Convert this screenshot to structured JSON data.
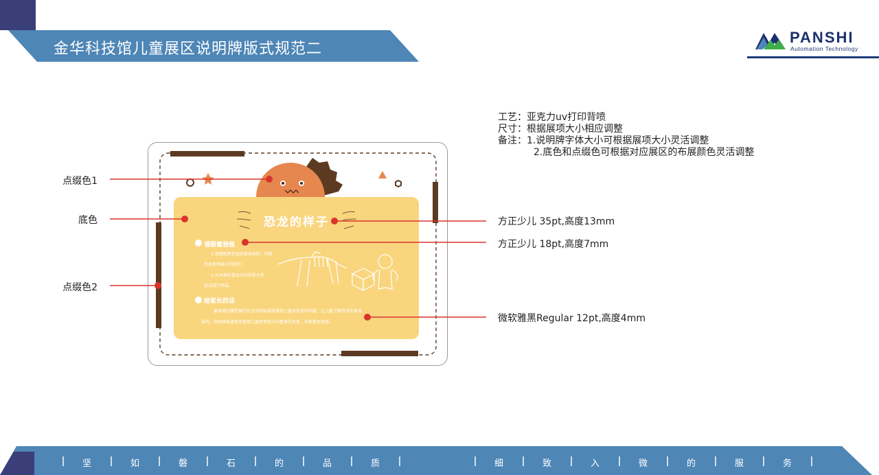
{
  "header": {
    "title": "金华科技馆儿童展区说明牌版式规范二"
  },
  "logo": {
    "name": "PANSHI",
    "tagline": "Automation Technology"
  },
  "sign": {
    "title": "恐龙的样子",
    "section1": {
      "heading": "请跟着我做",
      "lines": [
        "1.用眼观察恐龙的身体结构，判断",
        "恐龙身体缺少的部分；",
        "2.从木箱中拿出对应的骨头并",
        "尝试进行拼装。"
      ]
    },
    "section2": {
      "heading": "给家长的话",
      "lines": [
        "展项通过模型展示及互动拼装游戏激发儿童对恐龙的兴趣，让儿童了解恐龙的身体",
        "结构。同时拼装游戏可使用儿童思考部分与整体的关系，培养整体思维。"
      ]
    }
  },
  "callouts": {
    "left": [
      {
        "label": "点缀色1"
      },
      {
        "label": "底色"
      },
      {
        "label": "点缀色2"
      }
    ],
    "right": [
      {
        "label": "方正少儿 35pt,高度13mm"
      },
      {
        "label": "方正少儿 18pt,高度7mm"
      },
      {
        "label": "微软雅黑Regular 12pt,高度4mm"
      }
    ]
  },
  "specs": {
    "craft": "工艺：亚克力uv打印背喷",
    "size": "尺寸：根据展项大小相应调整",
    "note1": "备注：1.说明牌字体大小可根据展项大小灵活调整",
    "note2": "2.底色和点缀色可根据对应展区的布展颜色灵活调整"
  },
  "footer": {
    "left_chars": [
      "坚",
      "如",
      "磐",
      "石",
      "的",
      "品",
      "质"
    ],
    "right_chars": [
      "细",
      "致",
      "入",
      "微",
      "的",
      "服",
      "务"
    ]
  },
  "colors": {
    "banner": "#4e86b6",
    "banner_dark": "#3a3f7a",
    "card": "#f9d57e",
    "accent_orange": "#e6874f",
    "accent_brown": "#5c3a22",
    "callout_red": "#d9342b"
  }
}
